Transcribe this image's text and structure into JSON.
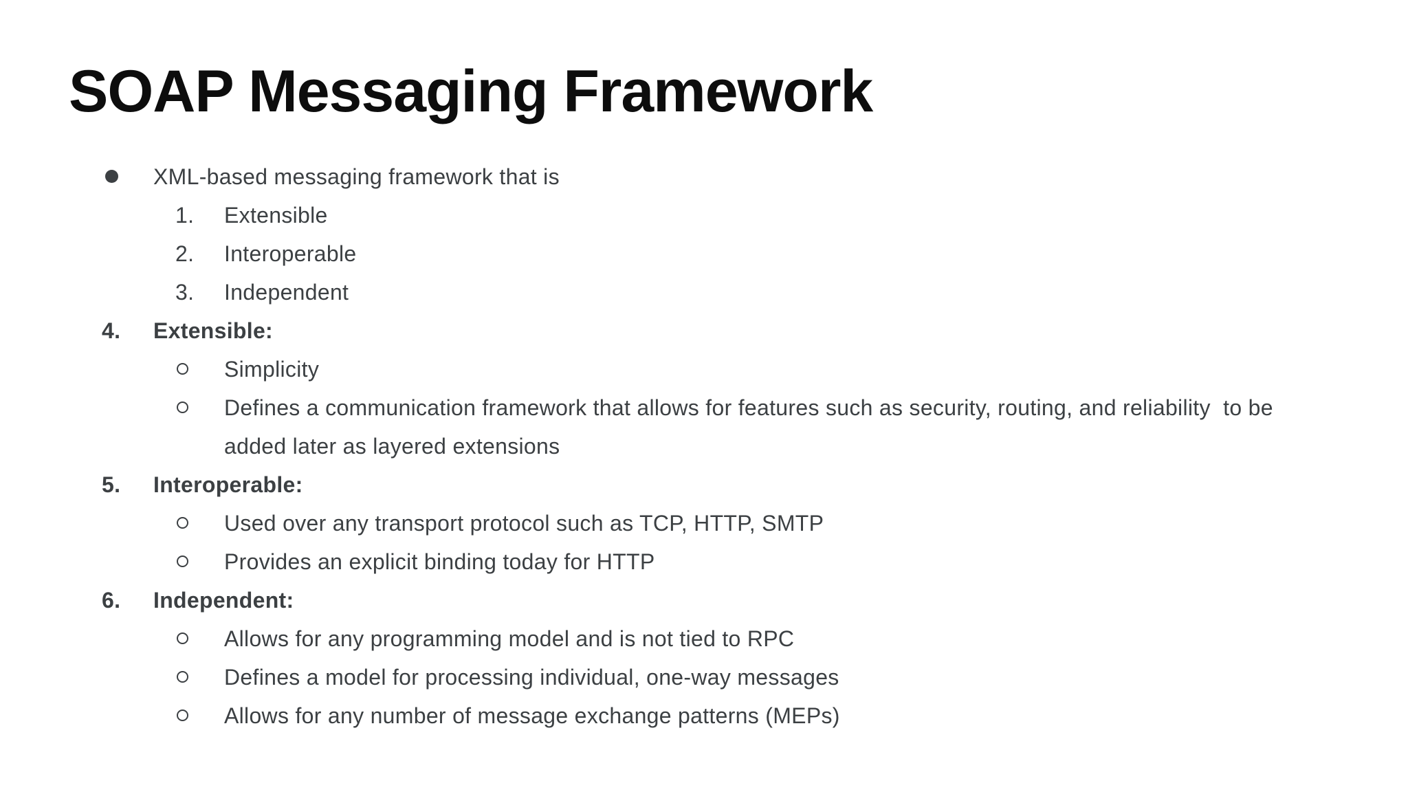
{
  "slide": {
    "title": "SOAP Messaging Framework",
    "background_color": "#ffffff",
    "title_color": "#0d0d0d",
    "body_color": "#3c4043"
  },
  "list": {
    "rows": [
      {
        "level": 1,
        "marker": "disc",
        "text": "XML-based messaging framework that is"
      },
      {
        "level": 2,
        "marker": "number",
        "number": "1.",
        "text": "Extensible"
      },
      {
        "level": 2,
        "marker": "number",
        "number": "2.",
        "text": "Interoperable"
      },
      {
        "level": 2,
        "marker": "number",
        "number": "3.",
        "text": "Independent"
      },
      {
        "level": 1,
        "marker": "number",
        "number": "4.",
        "bold": true,
        "text": "Extensible:"
      },
      {
        "level": 2,
        "marker": "circle",
        "text": "Simplicity"
      },
      {
        "level": 2,
        "marker": "circle",
        "text": "Defines a communication framework that allows for features such as security, routing, and reliability  to be added later as layered extensions"
      },
      {
        "level": 1,
        "marker": "number",
        "number": "5.",
        "bold": true,
        "text": "Interoperable:"
      },
      {
        "level": 2,
        "marker": "circle",
        "text": "Used over any transport protocol such as TCP, HTTP, SMTP"
      },
      {
        "level": 2,
        "marker": "circle",
        "text": "Provides an explicit binding today for HTTP"
      },
      {
        "level": 1,
        "marker": "number",
        "number": "6.",
        "bold": true,
        "text": "Independent:"
      },
      {
        "level": 2,
        "marker": "circle",
        "text": "Allows for any programming model and is not tied to RPC"
      },
      {
        "level": 2,
        "marker": "circle",
        "text": "Defines a model for processing individual, one-way messages"
      },
      {
        "level": 2,
        "marker": "circle",
        "text": "Allows for any number of message exchange patterns (MEPs)"
      }
    ]
  }
}
